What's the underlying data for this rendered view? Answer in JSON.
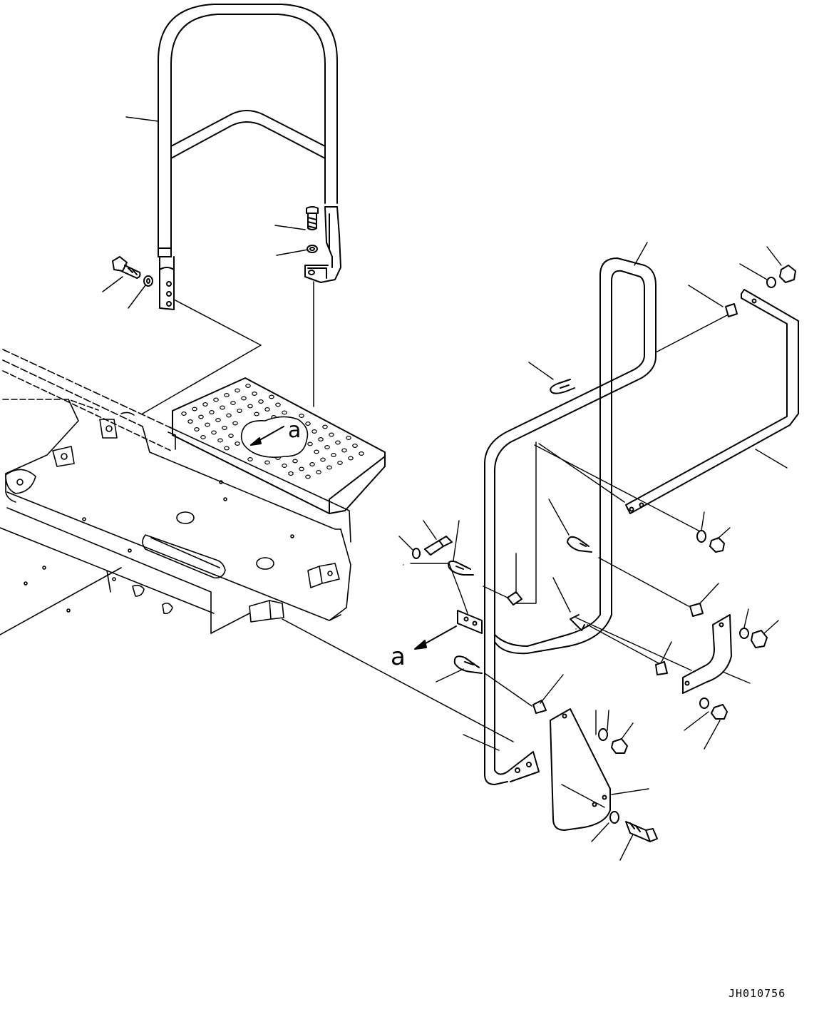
{
  "drawing": {
    "view_label_top": "a",
    "view_label_bottom": "a",
    "code": "JH010756"
  }
}
